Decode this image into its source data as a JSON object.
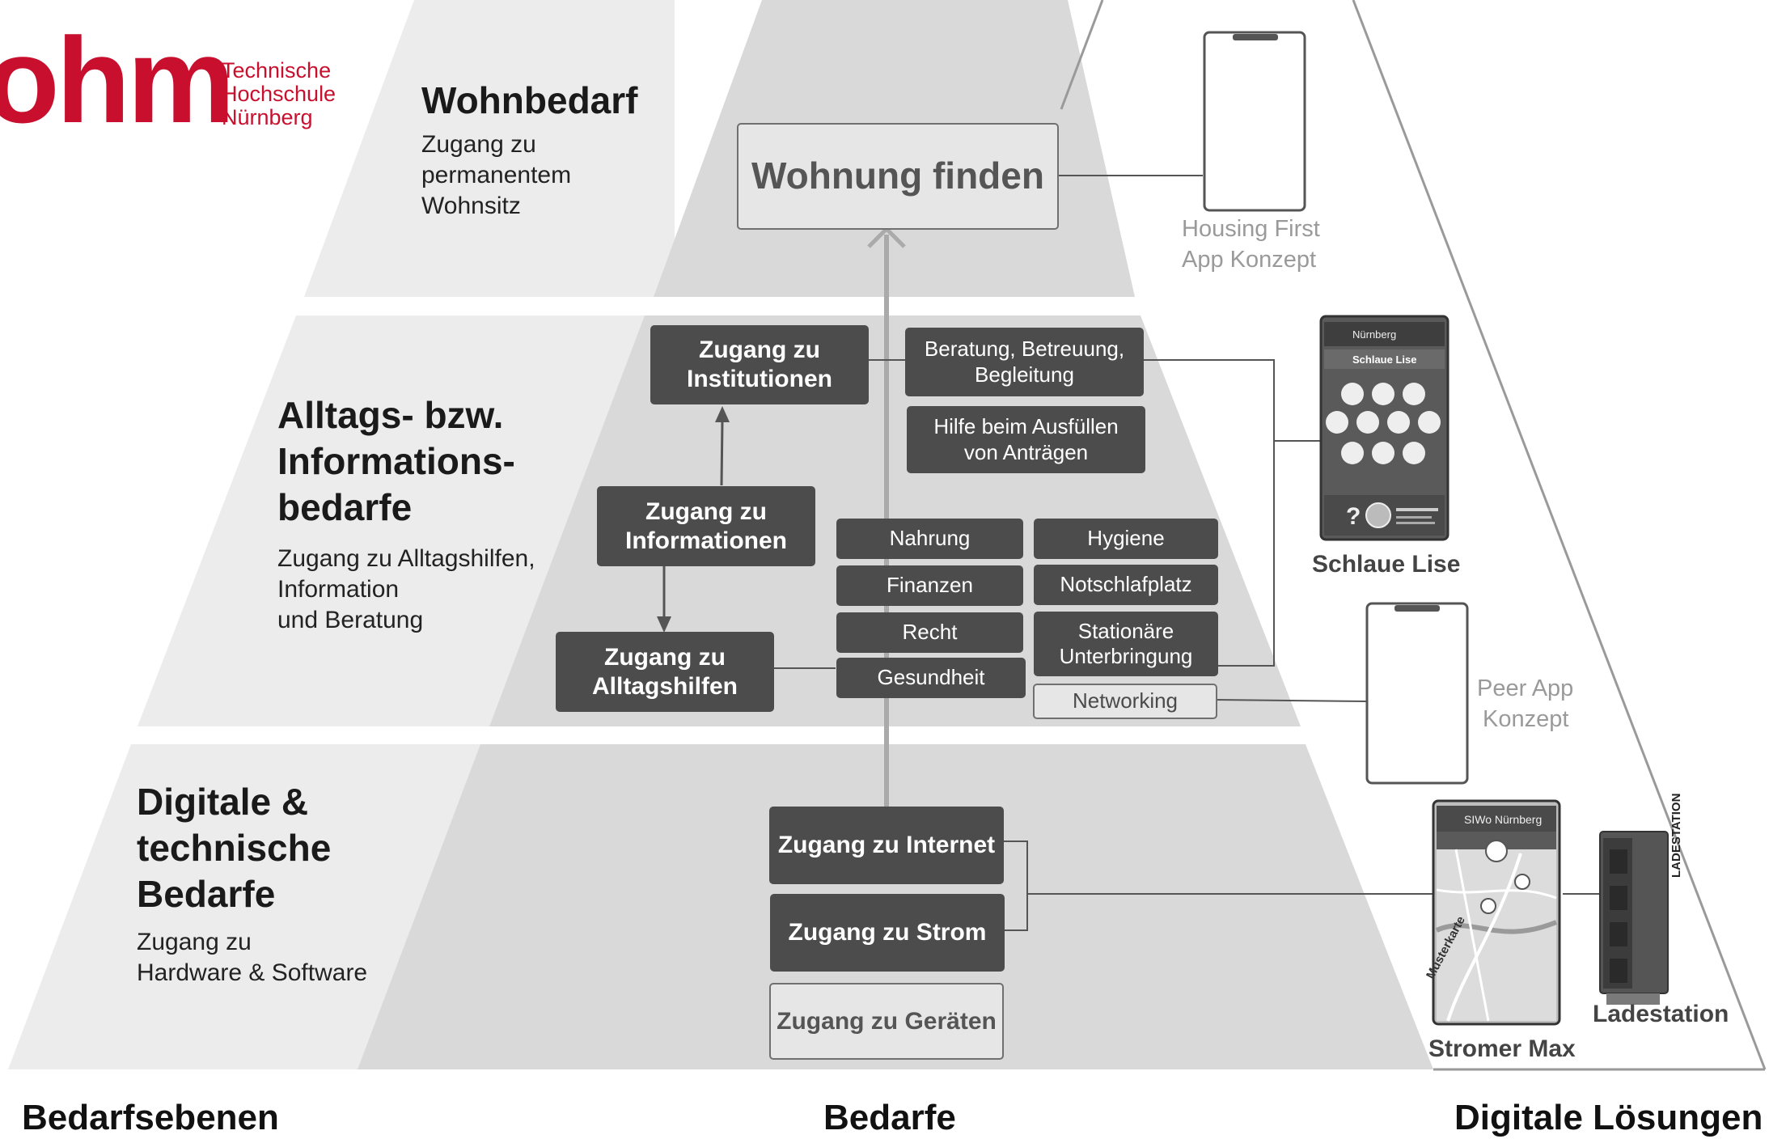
{
  "logo": {
    "mark": "ohm",
    "line1": "Technische",
    "line2": "Hochschule",
    "line3": "Nürnberg",
    "color": "#c8102e"
  },
  "levels": {
    "housing": {
      "title": "Wohnbedarf",
      "sub1": "Zugang zu",
      "sub2": "permanentem",
      "sub3": "Wohnsitz"
    },
    "info": {
      "title1": "Alltags- bzw.",
      "title2": "Informations-",
      "title3": "bedarfe",
      "sub1": "Zugang zu Alltagshilfen,",
      "sub2": "Information",
      "sub3": "und Beratung"
    },
    "digital": {
      "title1": "Digitale &",
      "title2": "technische",
      "title3": "Bedarfe",
      "sub1": "Zugang zu",
      "sub2": "Hardware & Software"
    }
  },
  "needs": {
    "wohnung": "Wohnung finden",
    "institutionen1": "Zugang zu",
    "institutionen2": "Institutionen",
    "informationen1": "Zugang zu",
    "informationen2": "Informationen",
    "alltagshilfen1": "Zugang zu",
    "alltagshilfen2": "Alltagshilfen",
    "beratung1": "Beratung, Betreuung,",
    "beratung2": "Begleitung",
    "antraege1": "Hilfe beim Ausfüllen",
    "antraege2": "von Anträgen",
    "nahrung": "Nahrung",
    "hygiene": "Hygiene",
    "finanzen": "Finanzen",
    "notschlafplatz": "Notschlafplatz",
    "recht": "Recht",
    "stationaer1": "Stationäre",
    "stationaer2": "Unterbringung",
    "gesundheit": "Gesundheit",
    "networking": "Networking",
    "internet": "Zugang zu Internet",
    "strom": "Zugang zu Strom",
    "geraete": "Zugang zu Geräten"
  },
  "solutions": {
    "housing_first1": "Housing First",
    "housing_first2": "App Konzept",
    "schlaue_lise": "Schlaue Lise",
    "schlaue_lise_screen": {
      "city": "Nürnberg",
      "app": "Schlaue Lise"
    },
    "peer1": "Peer App",
    "peer2": "Konzept",
    "stromer_max": "Stromer Max",
    "stromer_screen": {
      "title": "SIWo Nürnberg",
      "map_label": "Musterkarte"
    },
    "ladestation": "Ladestation",
    "ladestation_label": "LADESTATION"
  },
  "footer": {
    "left": "Bedarfsebenen",
    "center": "Bedarfe",
    "right": "Digitale Lösungen"
  }
}
